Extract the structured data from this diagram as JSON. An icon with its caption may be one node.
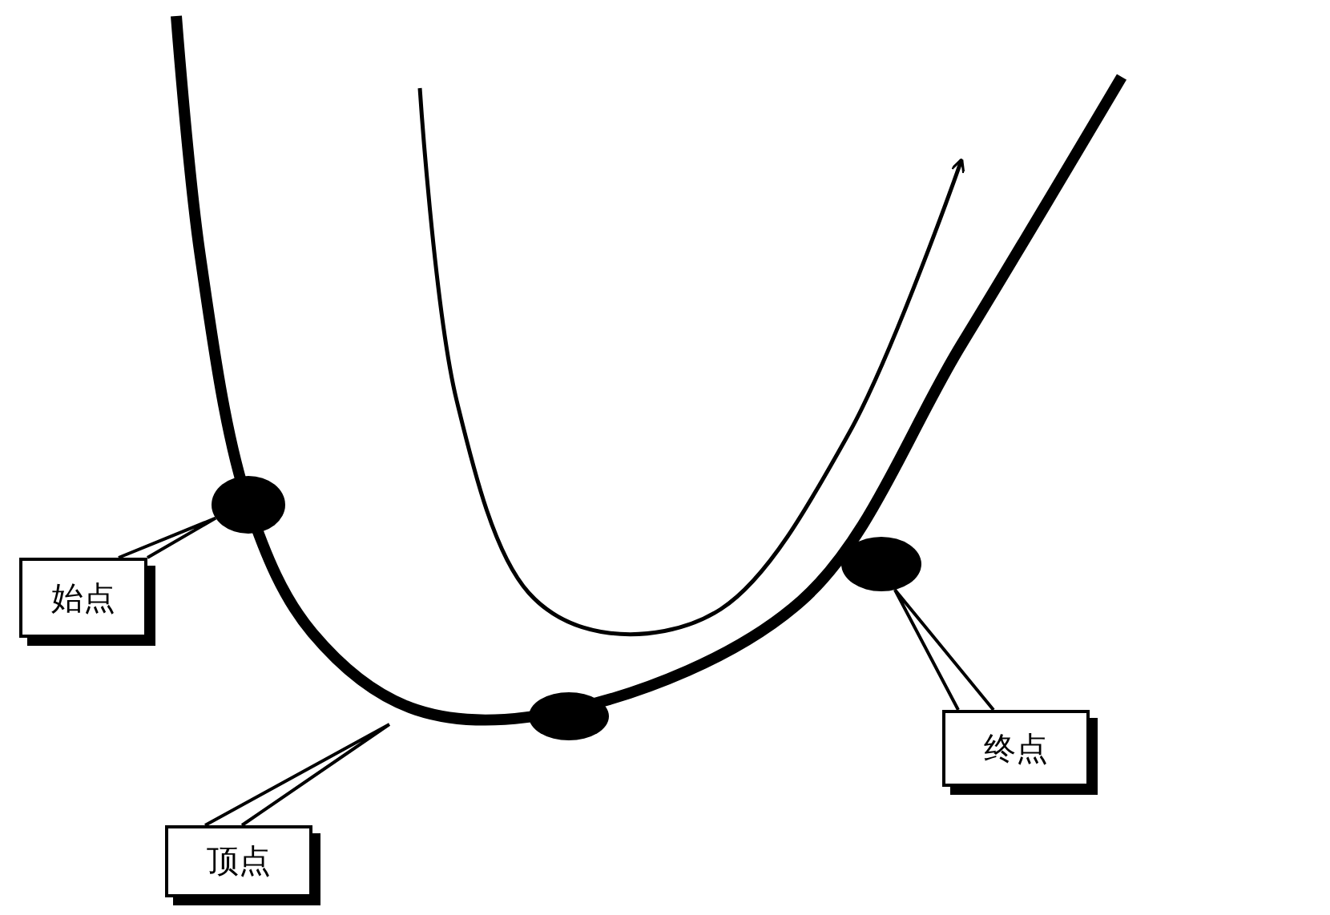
{
  "diagram": {
    "nodes": [
      {
        "text": [
          "始点"
        ]
      },
      {
        "text": [],
        "shape": "circle"
      },
      {
        "text": [],
        "shape": "circle"
      },
      {
        "text": [],
        "shape": "circle"
      },
      {
        "text": [
          "终点"
        ]
      },
      {
        "text": [
          "顶点"
        ]
      }
    ],
    "edges": [
      {
        "from": 0,
        "to": 1,
        "arrow": "none"
      },
      {
        "from": 5,
        "to": null,
        "arrow": "none"
      },
      {
        "from": 4,
        "to": 3,
        "arrow": "none"
      }
    ]
  }
}
